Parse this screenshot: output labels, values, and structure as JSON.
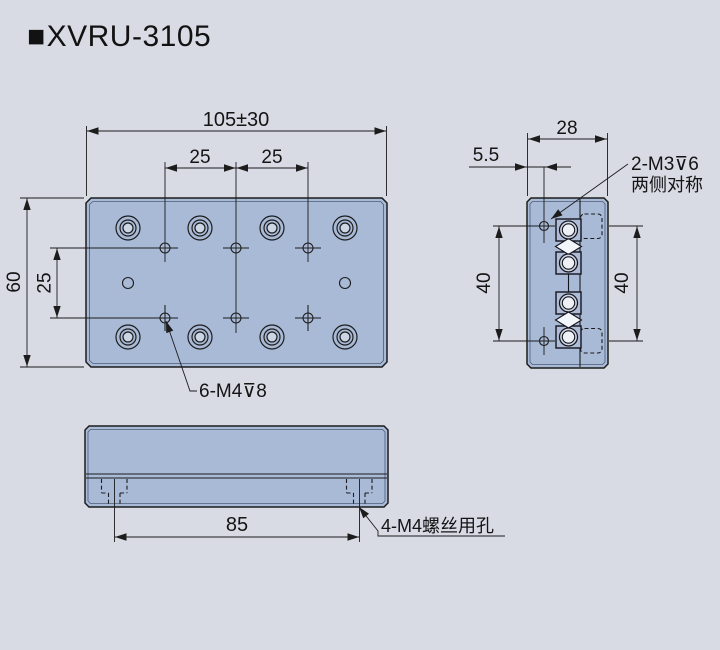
{
  "title": {
    "marker": "■",
    "text": "XVRU-3105"
  },
  "colors": {
    "background": "#d8dae4",
    "part_fill": "#a9bad7",
    "part_fill_light": "#ccd5e3",
    "line": "#1c1c1c"
  },
  "top_view": {
    "dim_width": "105±30",
    "dim_hole_pitch_left": "25",
    "dim_hole_pitch_right": "25",
    "dim_height": "60",
    "dim_row_pitch": "25",
    "label_tapped_holes": "6-M4⊽8"
  },
  "side_view": {
    "dim_depth": "28",
    "dim_hole_offset": "5.5",
    "label_side_holes_line1": "2-M3⊽6",
    "label_side_holes_line2": "两侧对称",
    "dim_hole_pitch_left": "40",
    "dim_hole_pitch_right": "40"
  },
  "bottom_view": {
    "dim_hole_pitch": "85",
    "label_screw_holes": "4-M4螺丝用孔"
  }
}
